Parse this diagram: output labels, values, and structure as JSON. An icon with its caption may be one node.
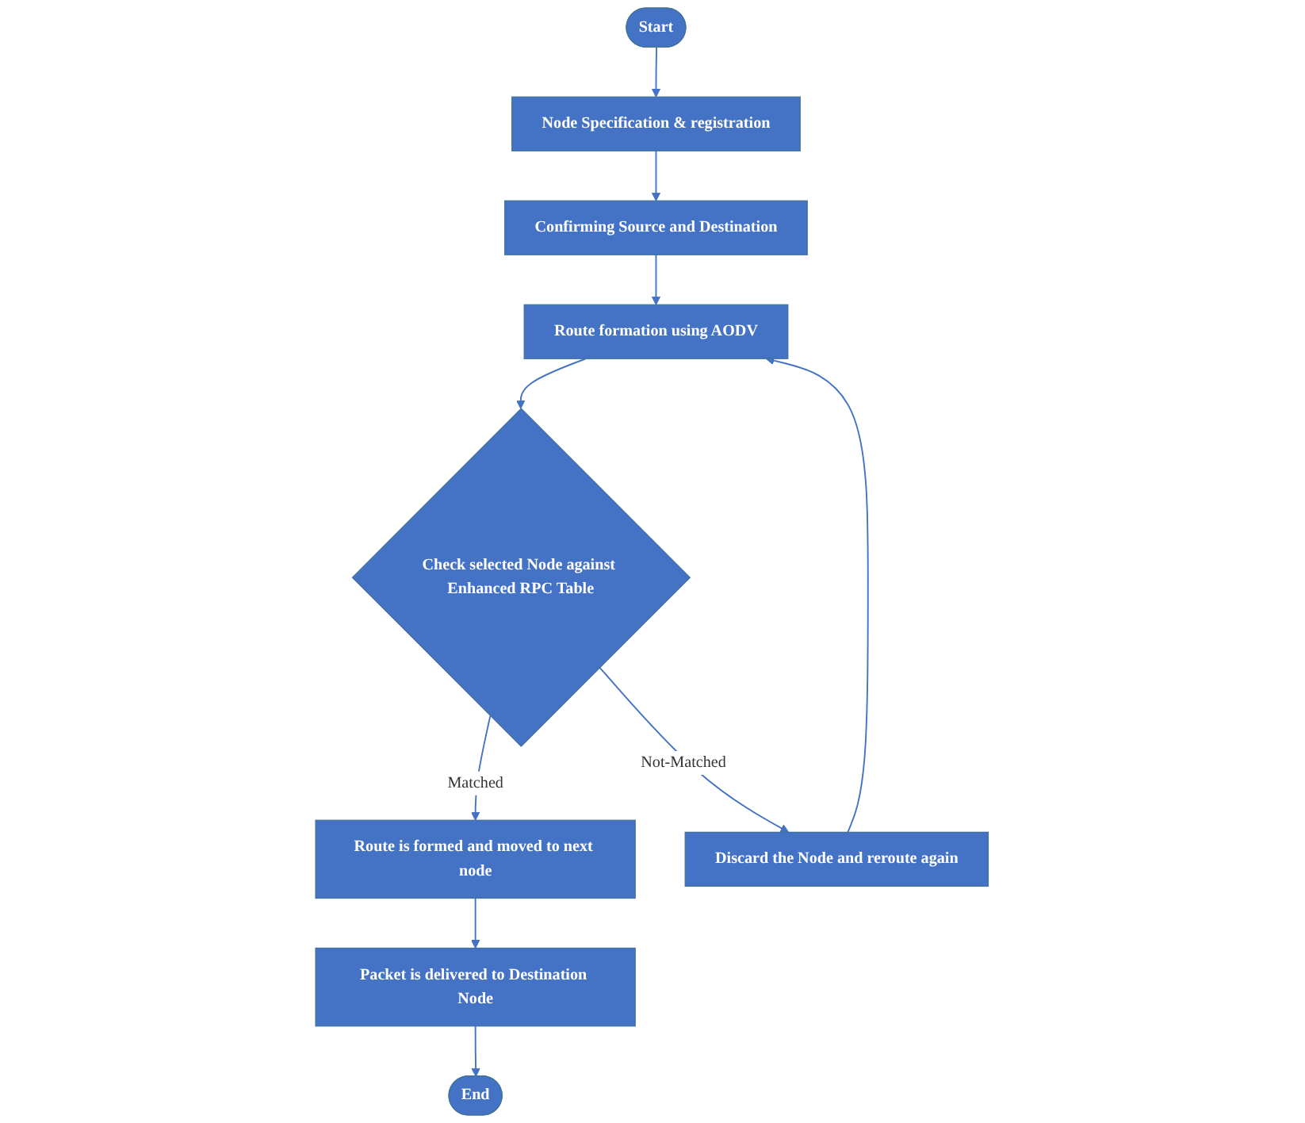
{
  "diagram": {
    "nodes": [
      {
        "text": [
          "Start"
        ]
      },
      {
        "text": [
          "Node Specification & registration"
        ]
      },
      {
        "text": [
          "Confirming Source and Destination"
        ]
      },
      {
        "text": [
          "Route formation using AODV"
        ]
      },
      {
        "text": [
          "Check selected Node against Enhanced RPC Table"
        ]
      },
      {
        "text": [
          "Route is formed and moved to next node"
        ]
      },
      {
        "text": [
          "Packet is delivered to Destination Node"
        ]
      },
      {
        "text": [
          "Discard the Node and reroute again"
        ]
      },
      {
        "text": [
          "End"
        ]
      }
    ],
    "edges": [
      {
        "from": 0,
        "to": 1,
        "arrow": "to"
      },
      {
        "from": 1,
        "to": 2,
        "arrow": "to"
      },
      {
        "from": 2,
        "to": 3,
        "arrow": "to"
      },
      {
        "from": 3,
        "to": 4,
        "arrow": "to"
      },
      {
        "from": 4,
        "to": 5,
        "arrow": "to",
        "label": "Matched"
      },
      {
        "from": 4,
        "to": 7,
        "arrow": "to",
        "label": "Not-Matched"
      },
      {
        "from": 5,
        "to": 6,
        "arrow": "to"
      },
      {
        "from": 6,
        "to": 8,
        "arrow": "to"
      },
      {
        "from": 7,
        "to": 3,
        "arrow": "to"
      }
    ]
  }
}
